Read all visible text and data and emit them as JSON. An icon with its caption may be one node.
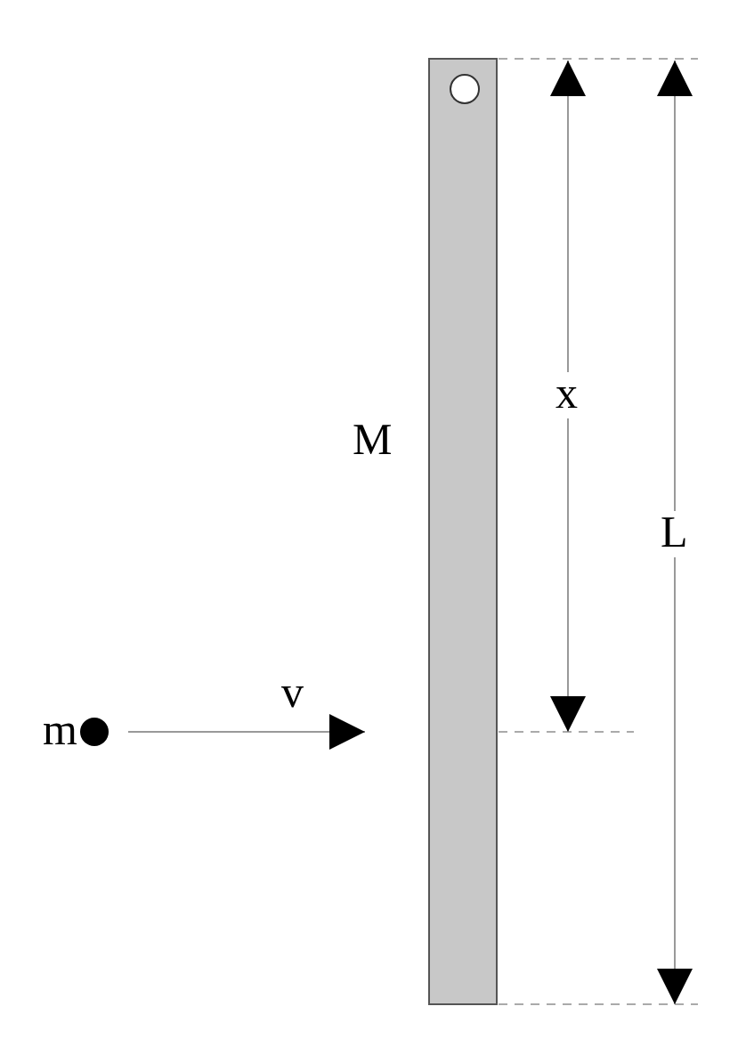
{
  "diagram": {
    "labels": [
      "x",
      "M",
      "L",
      "v",
      "m"
    ]
  }
}
